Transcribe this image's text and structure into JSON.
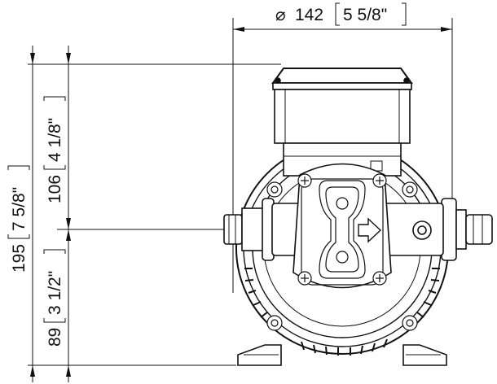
{
  "dimensions": {
    "width": {
      "symbol": "⌀",
      "value": "142",
      "imperial": "5 5/8\""
    },
    "total_height": {
      "value": "195",
      "imperial": "7 5/8\""
    },
    "upper_height": {
      "value": "106",
      "imperial": "4 1/8\""
    },
    "lower_height": {
      "value": "89",
      "imperial": "3 1/2\""
    }
  },
  "colors": {
    "line": "#111111",
    "background": "#ffffff"
  }
}
